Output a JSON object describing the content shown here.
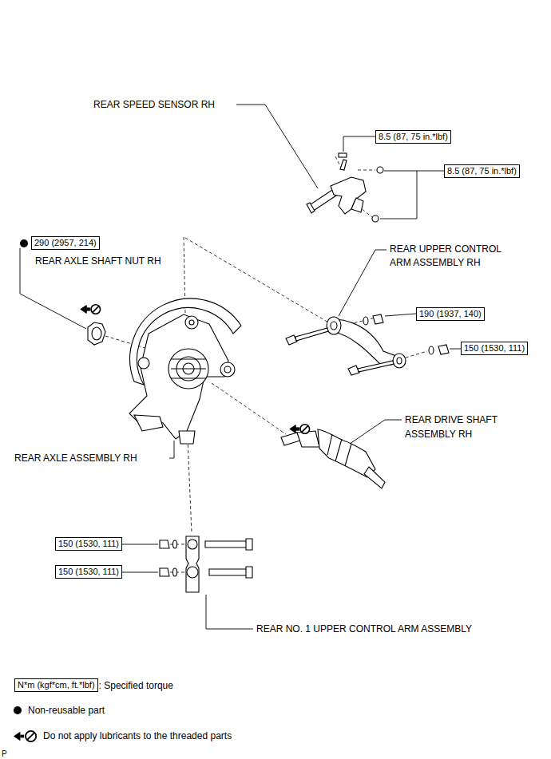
{
  "diagram": {
    "nodes": [
      {
        "text": [
          "8.5 (87, 75 in.*lbf)"
        ]
      },
      {
        "text": [
          "8.5 (87, 75 in.*lbf)"
        ]
      },
      {
        "text": [
          "290 (2957, 214)"
        ]
      },
      {
        "text": [
          "190 (1937, 140)"
        ]
      },
      {
        "text": [
          "150 (1530, 111)"
        ]
      },
      {
        "text": [
          "150 (1530, 111)"
        ]
      },
      {
        "text": [
          "150 (1530, 111)"
        ]
      },
      {
        "text": [
          "N*m (kgf*cm, ft.*lbf)"
        ]
      }
    ],
    "labels": [
      "REAR SPEED SENSOR RH",
      "REAR AXLE SHAFT NUT RH",
      "REAR UPPER CONTROL ARM ASSEMBLY RH",
      "REAR DRIVE SHAFT ASSEMBLY RH",
      "REAR AXLE ASSEMBLY RH",
      "REAR NO. 1 UPPER CONTROL ARM ASSEMBLY",
      "P"
    ],
    "legend": [
      {
        "text": ": Specified torque"
      },
      {
        "text": "Non-reusable part"
      },
      {
        "text": "Do not apply lubricants to the threaded parts"
      }
    ]
  }
}
